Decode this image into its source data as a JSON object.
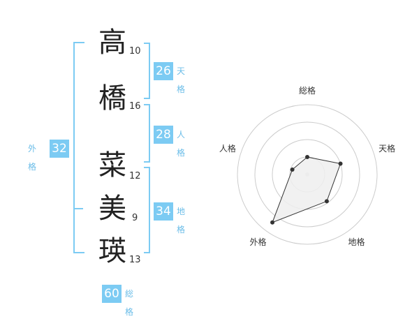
{
  "name": {
    "chars": [
      {
        "char": "高",
        "strokes": "10"
      },
      {
        "char": "橋",
        "strokes": "16"
      },
      {
        "char": "菜",
        "strokes": "12"
      },
      {
        "char": "美",
        "strokes": "9"
      },
      {
        "char": "瑛",
        "strokes": "13"
      }
    ]
  },
  "fortunes": {
    "tenkaku": {
      "value": "26",
      "label": "天格"
    },
    "jinkaku": {
      "value": "28",
      "label": "人格"
    },
    "chikaku": {
      "value": "34",
      "label": "地格"
    },
    "gaikaku": {
      "value": "32",
      "label": "外格"
    },
    "soukaku": {
      "value": "60",
      "label": "総格"
    }
  },
  "colors": {
    "accent": "#7ccbf3",
    "accent_text": "#6bbde8",
    "radar_ring": "#cccccc",
    "radar_fill": "#eeeeee"
  },
  "chart_data": {
    "type": "radar",
    "axes": [
      "総格",
      "天格",
      "地格",
      "外格",
      "人格"
    ],
    "rings": 4,
    "range": [
      0,
      4
    ],
    "values": [
      1.0,
      2.0,
      1.9,
      3.4,
      0.9
    ]
  }
}
